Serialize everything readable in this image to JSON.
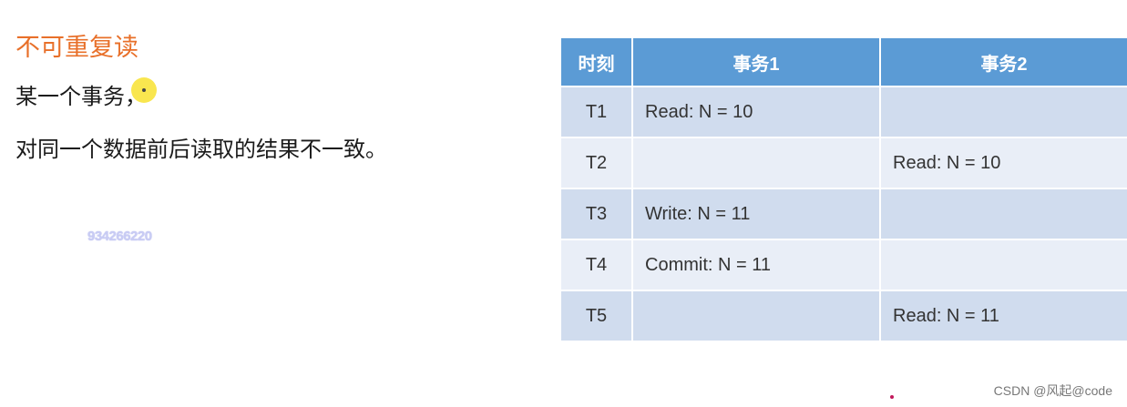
{
  "slide": {
    "title": "不可重复读",
    "line1": "某一个事务，",
    "line2": "对同一个数据前后读取的结果不一致。",
    "watermark": "934266220"
  },
  "table": {
    "headers": [
      "时刻",
      "事务1",
      "事务2"
    ],
    "rows": [
      {
        "time": "T1",
        "tx1": "Read: N = 10",
        "tx2": ""
      },
      {
        "time": "T2",
        "tx1": "",
        "tx2": "Read: N = 10"
      },
      {
        "time": "T3",
        "tx1": "Write: N = 11",
        "tx2": ""
      },
      {
        "time": "T4",
        "tx1": "Commit: N = 11",
        "tx2": ""
      },
      {
        "time": "T5",
        "tx1": "",
        "tx2": "Read: N = 11"
      }
    ]
  },
  "footer": {
    "credit": "CSDN @风起@code"
  },
  "colors": {
    "title": "#e8702a",
    "header_bg": "#5b9bd5",
    "row_dark": "#d0dcee",
    "row_light": "#e9eef7",
    "highlight": "#f9e43c"
  }
}
